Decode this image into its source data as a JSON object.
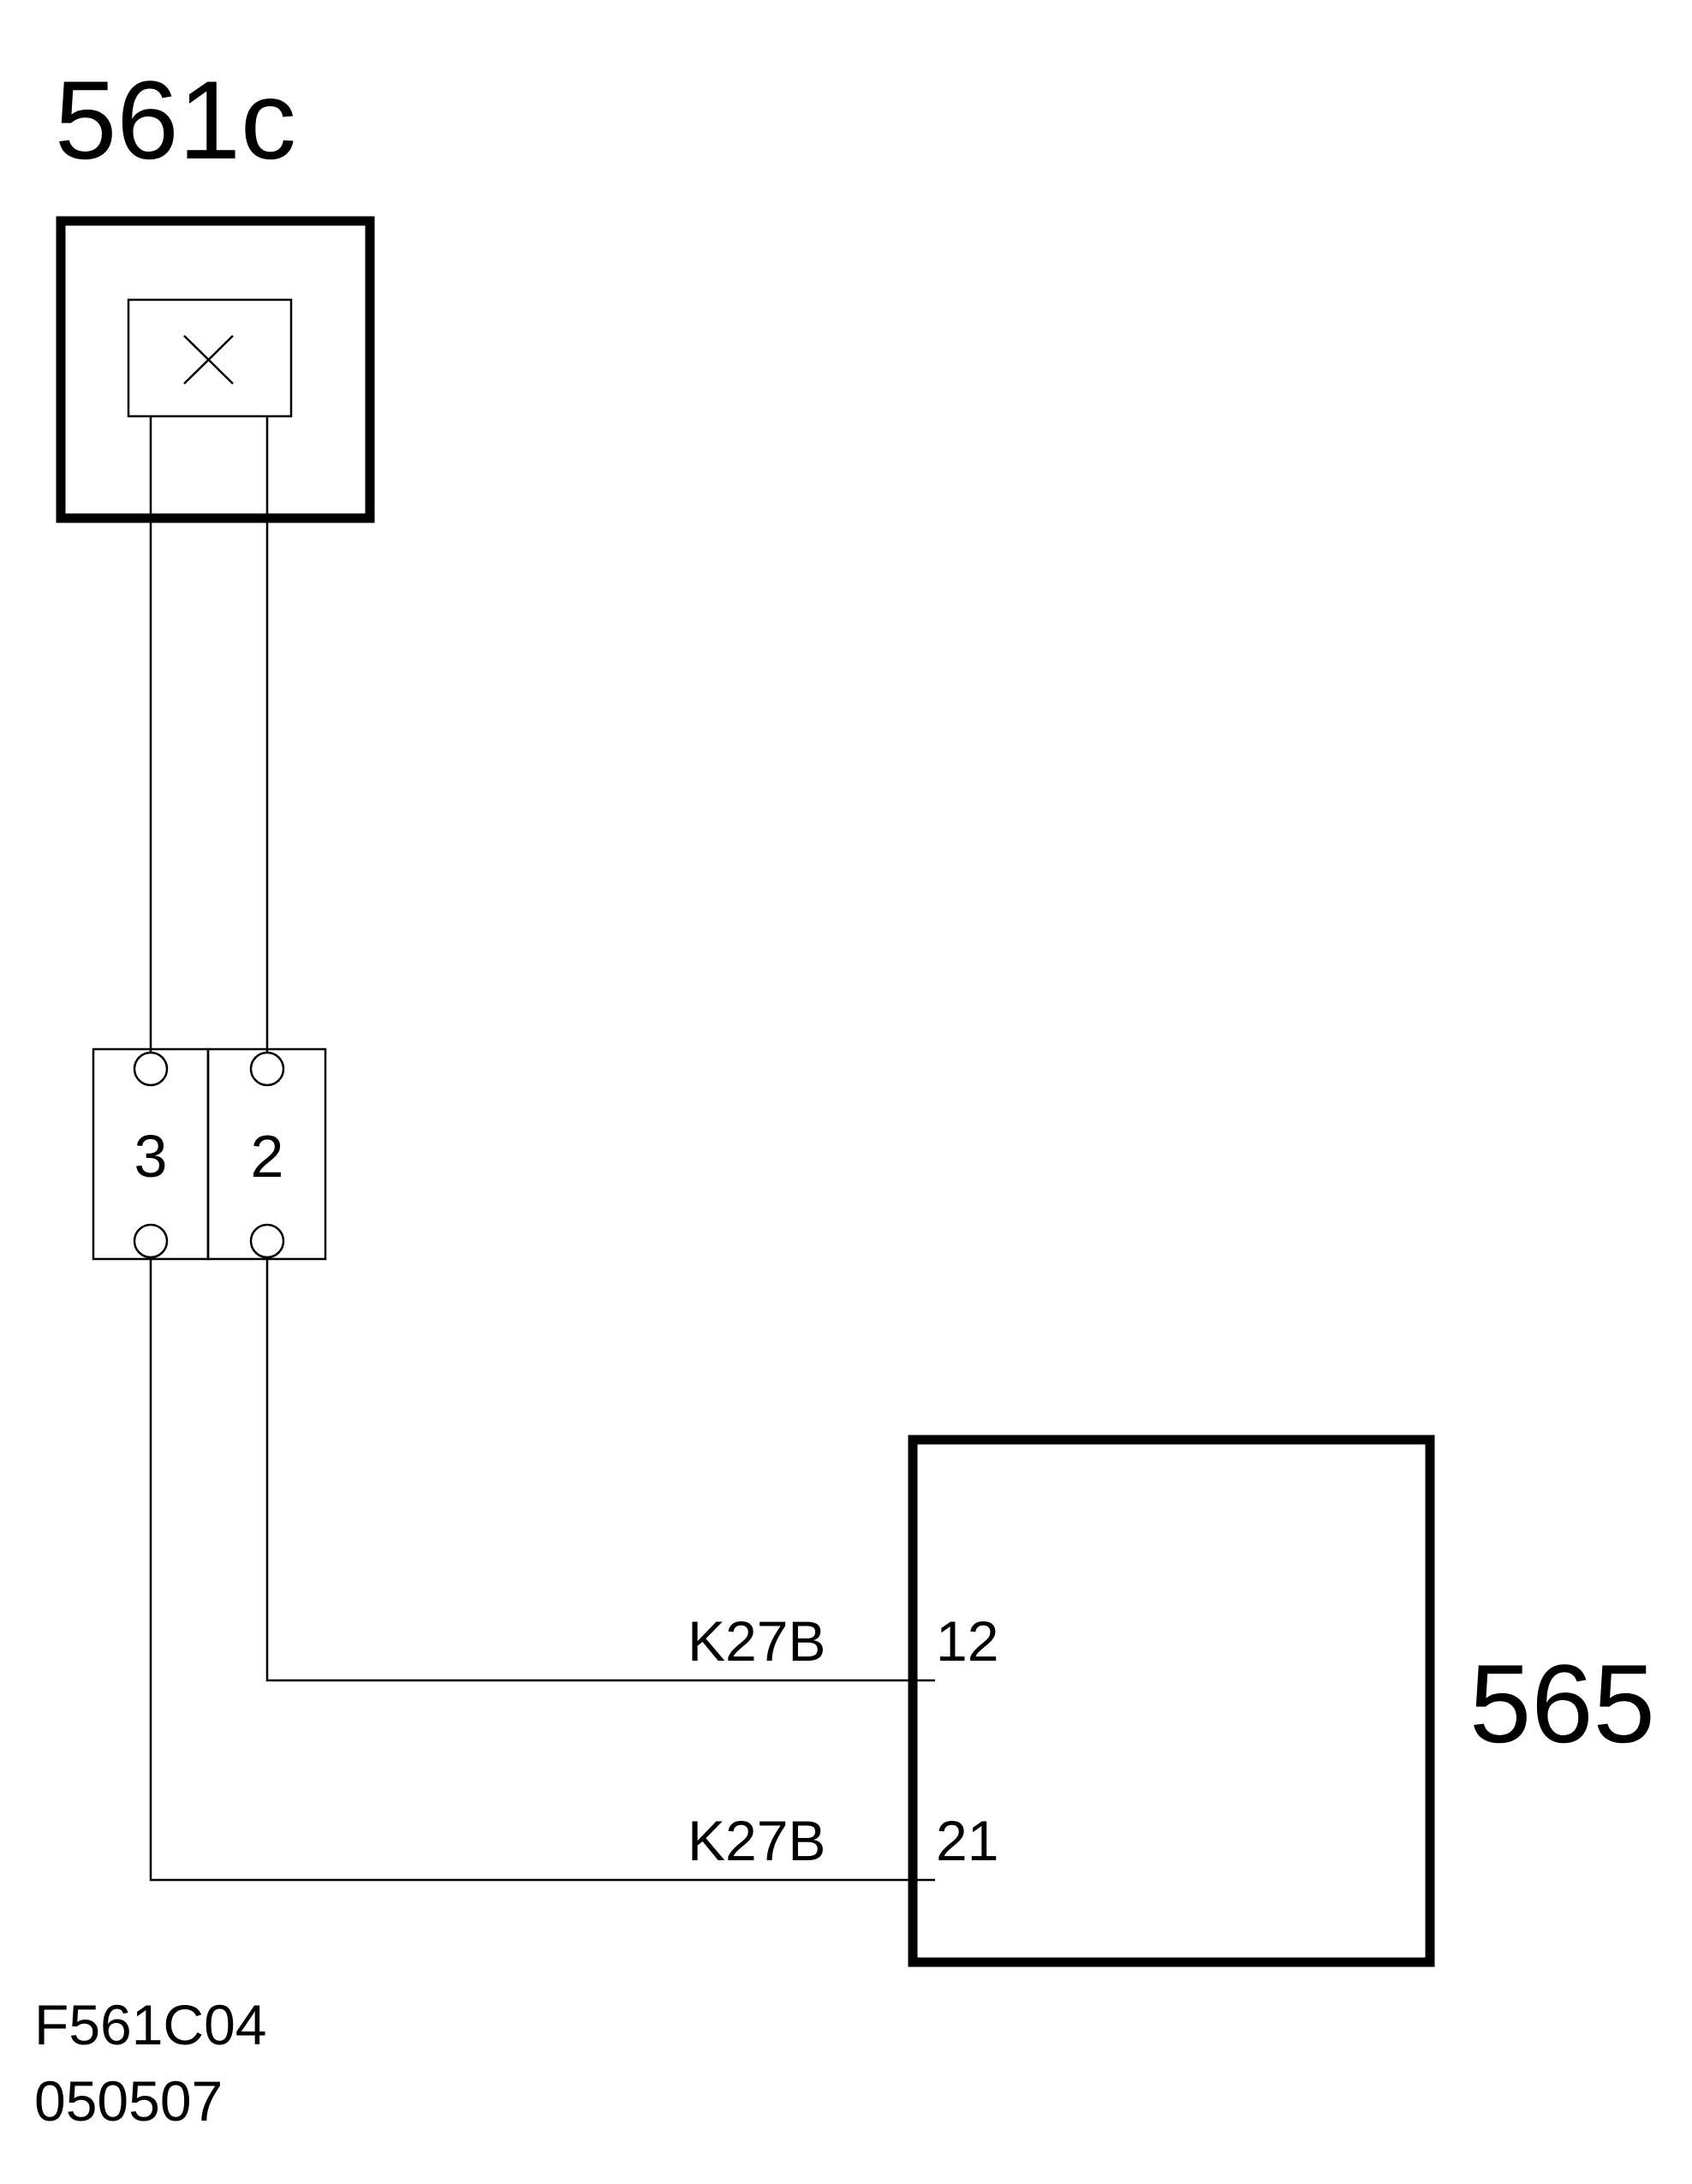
{
  "diagram": {
    "components": {
      "switch": {
        "label": "561c"
      },
      "unit": {
        "label": "565"
      }
    },
    "connector": {
      "cavities": [
        {
          "number": "3"
        },
        {
          "number": "2"
        }
      ]
    },
    "wires": [
      {
        "code": "K27B",
        "pin": "12"
      },
      {
        "code": "K27B",
        "pin": "21"
      }
    ],
    "footer": {
      "figure_id": "F561C04",
      "date_code": "050507"
    },
    "colors": {
      "line": "#000000",
      "background": "#ffffff"
    }
  }
}
